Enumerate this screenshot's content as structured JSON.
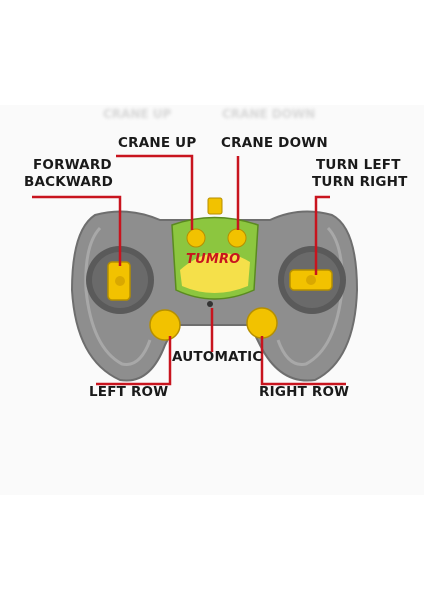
{
  "labels": {
    "crane_up": "CRANE UP",
    "crane_down": "CRANE DOWN",
    "forward": "FORWARD",
    "backward": "BACKWARD",
    "turn_left": "TURN LEFT",
    "turn_right": "TURN RIGHT",
    "automatic": "AUTOMATIC",
    "left_row": "LEFT ROW",
    "right_row": "RIGHT ROW"
  },
  "faded_labels": {
    "crane_up": "CRANE UP",
    "crane_down": "CRANE DOWN"
  },
  "logo": {
    "brand": "TUMRO"
  },
  "colors": {
    "leader_line": "#c8141e",
    "controller_body": "#8e8e8e",
    "controller_dark": "#5a5a5a",
    "button_yellow": "#f2c200",
    "logo_green": "#8cc63f"
  }
}
